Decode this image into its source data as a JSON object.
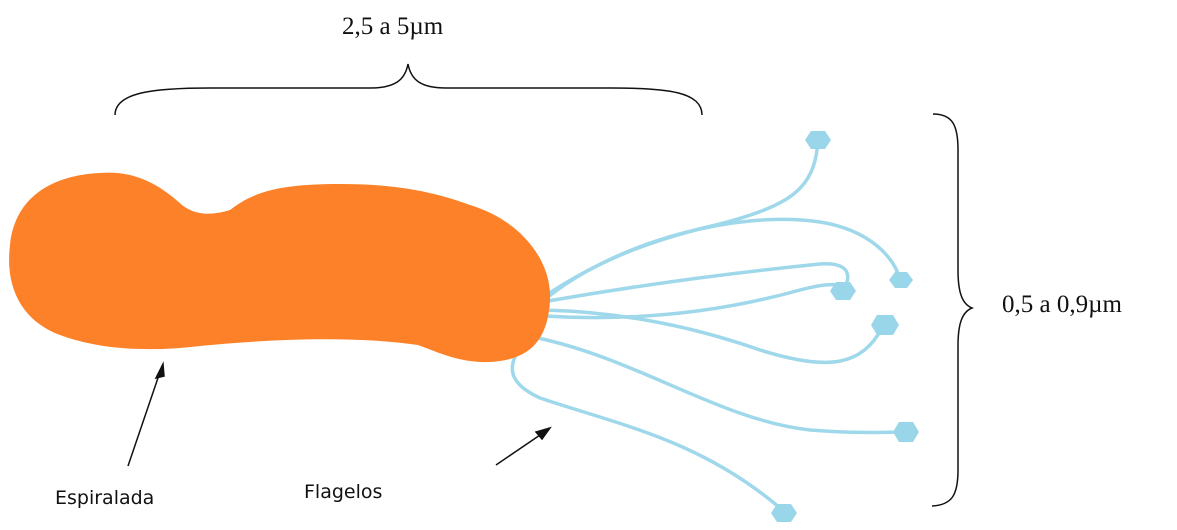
{
  "labels": {
    "length": "2,5 a 5µm",
    "width": "0,5 a 0,9µm",
    "body": "Espiralada",
    "flagella": "Flagelos"
  },
  "colors": {
    "body": "#fc8128",
    "flagella": "#9fd8ea",
    "tips": "#9ad6ea",
    "lines": "#111111"
  }
}
